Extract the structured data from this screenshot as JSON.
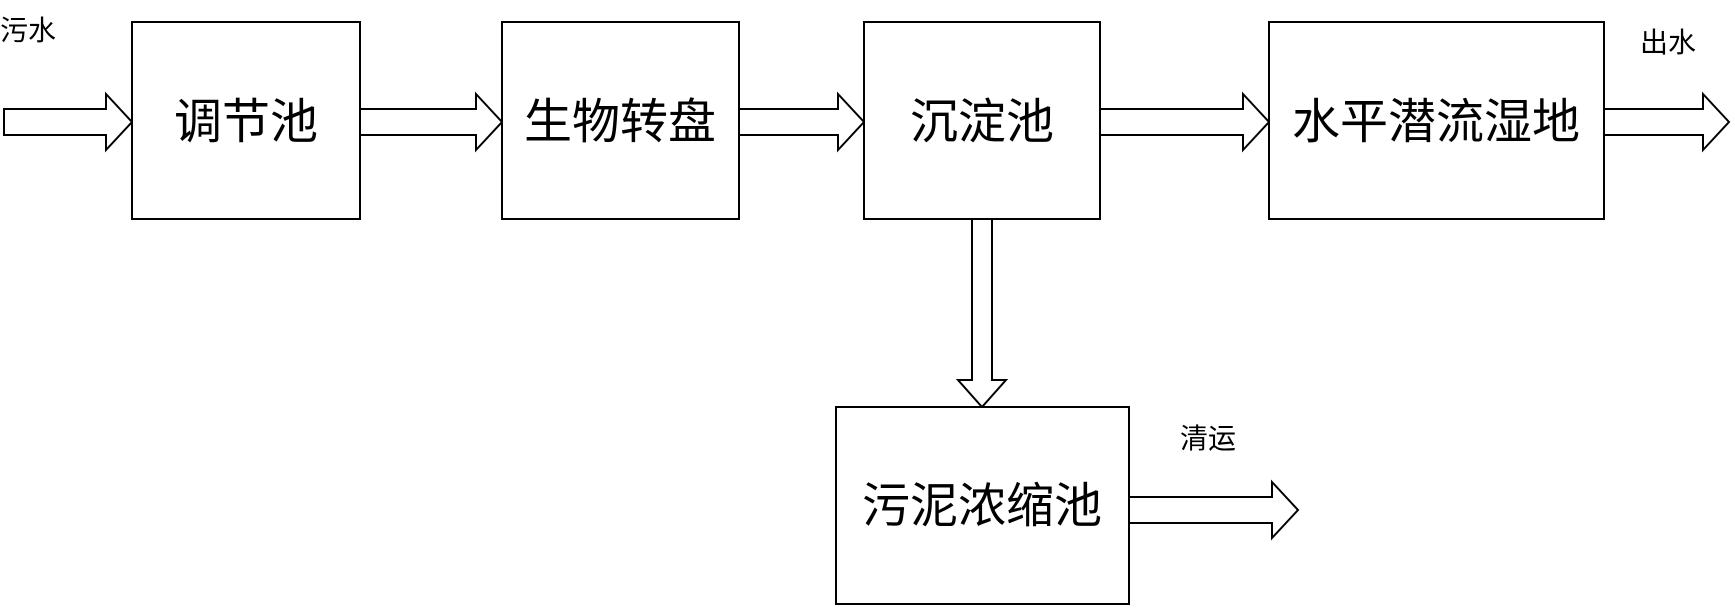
{
  "nodes": {
    "adjustment_tank": "调节池",
    "biodisc": "生物转盘",
    "sedimentation_tank": "沉淀池",
    "wetland": "水平潜流湿地",
    "sludge_tank": "污泥浓缩池"
  },
  "labels": {
    "inflow": "污水",
    "outflow": "出水",
    "sludge_out": "清运"
  },
  "colors": {
    "stroke": "#000000",
    "fill": "#ffffff",
    "text": "#000000"
  }
}
